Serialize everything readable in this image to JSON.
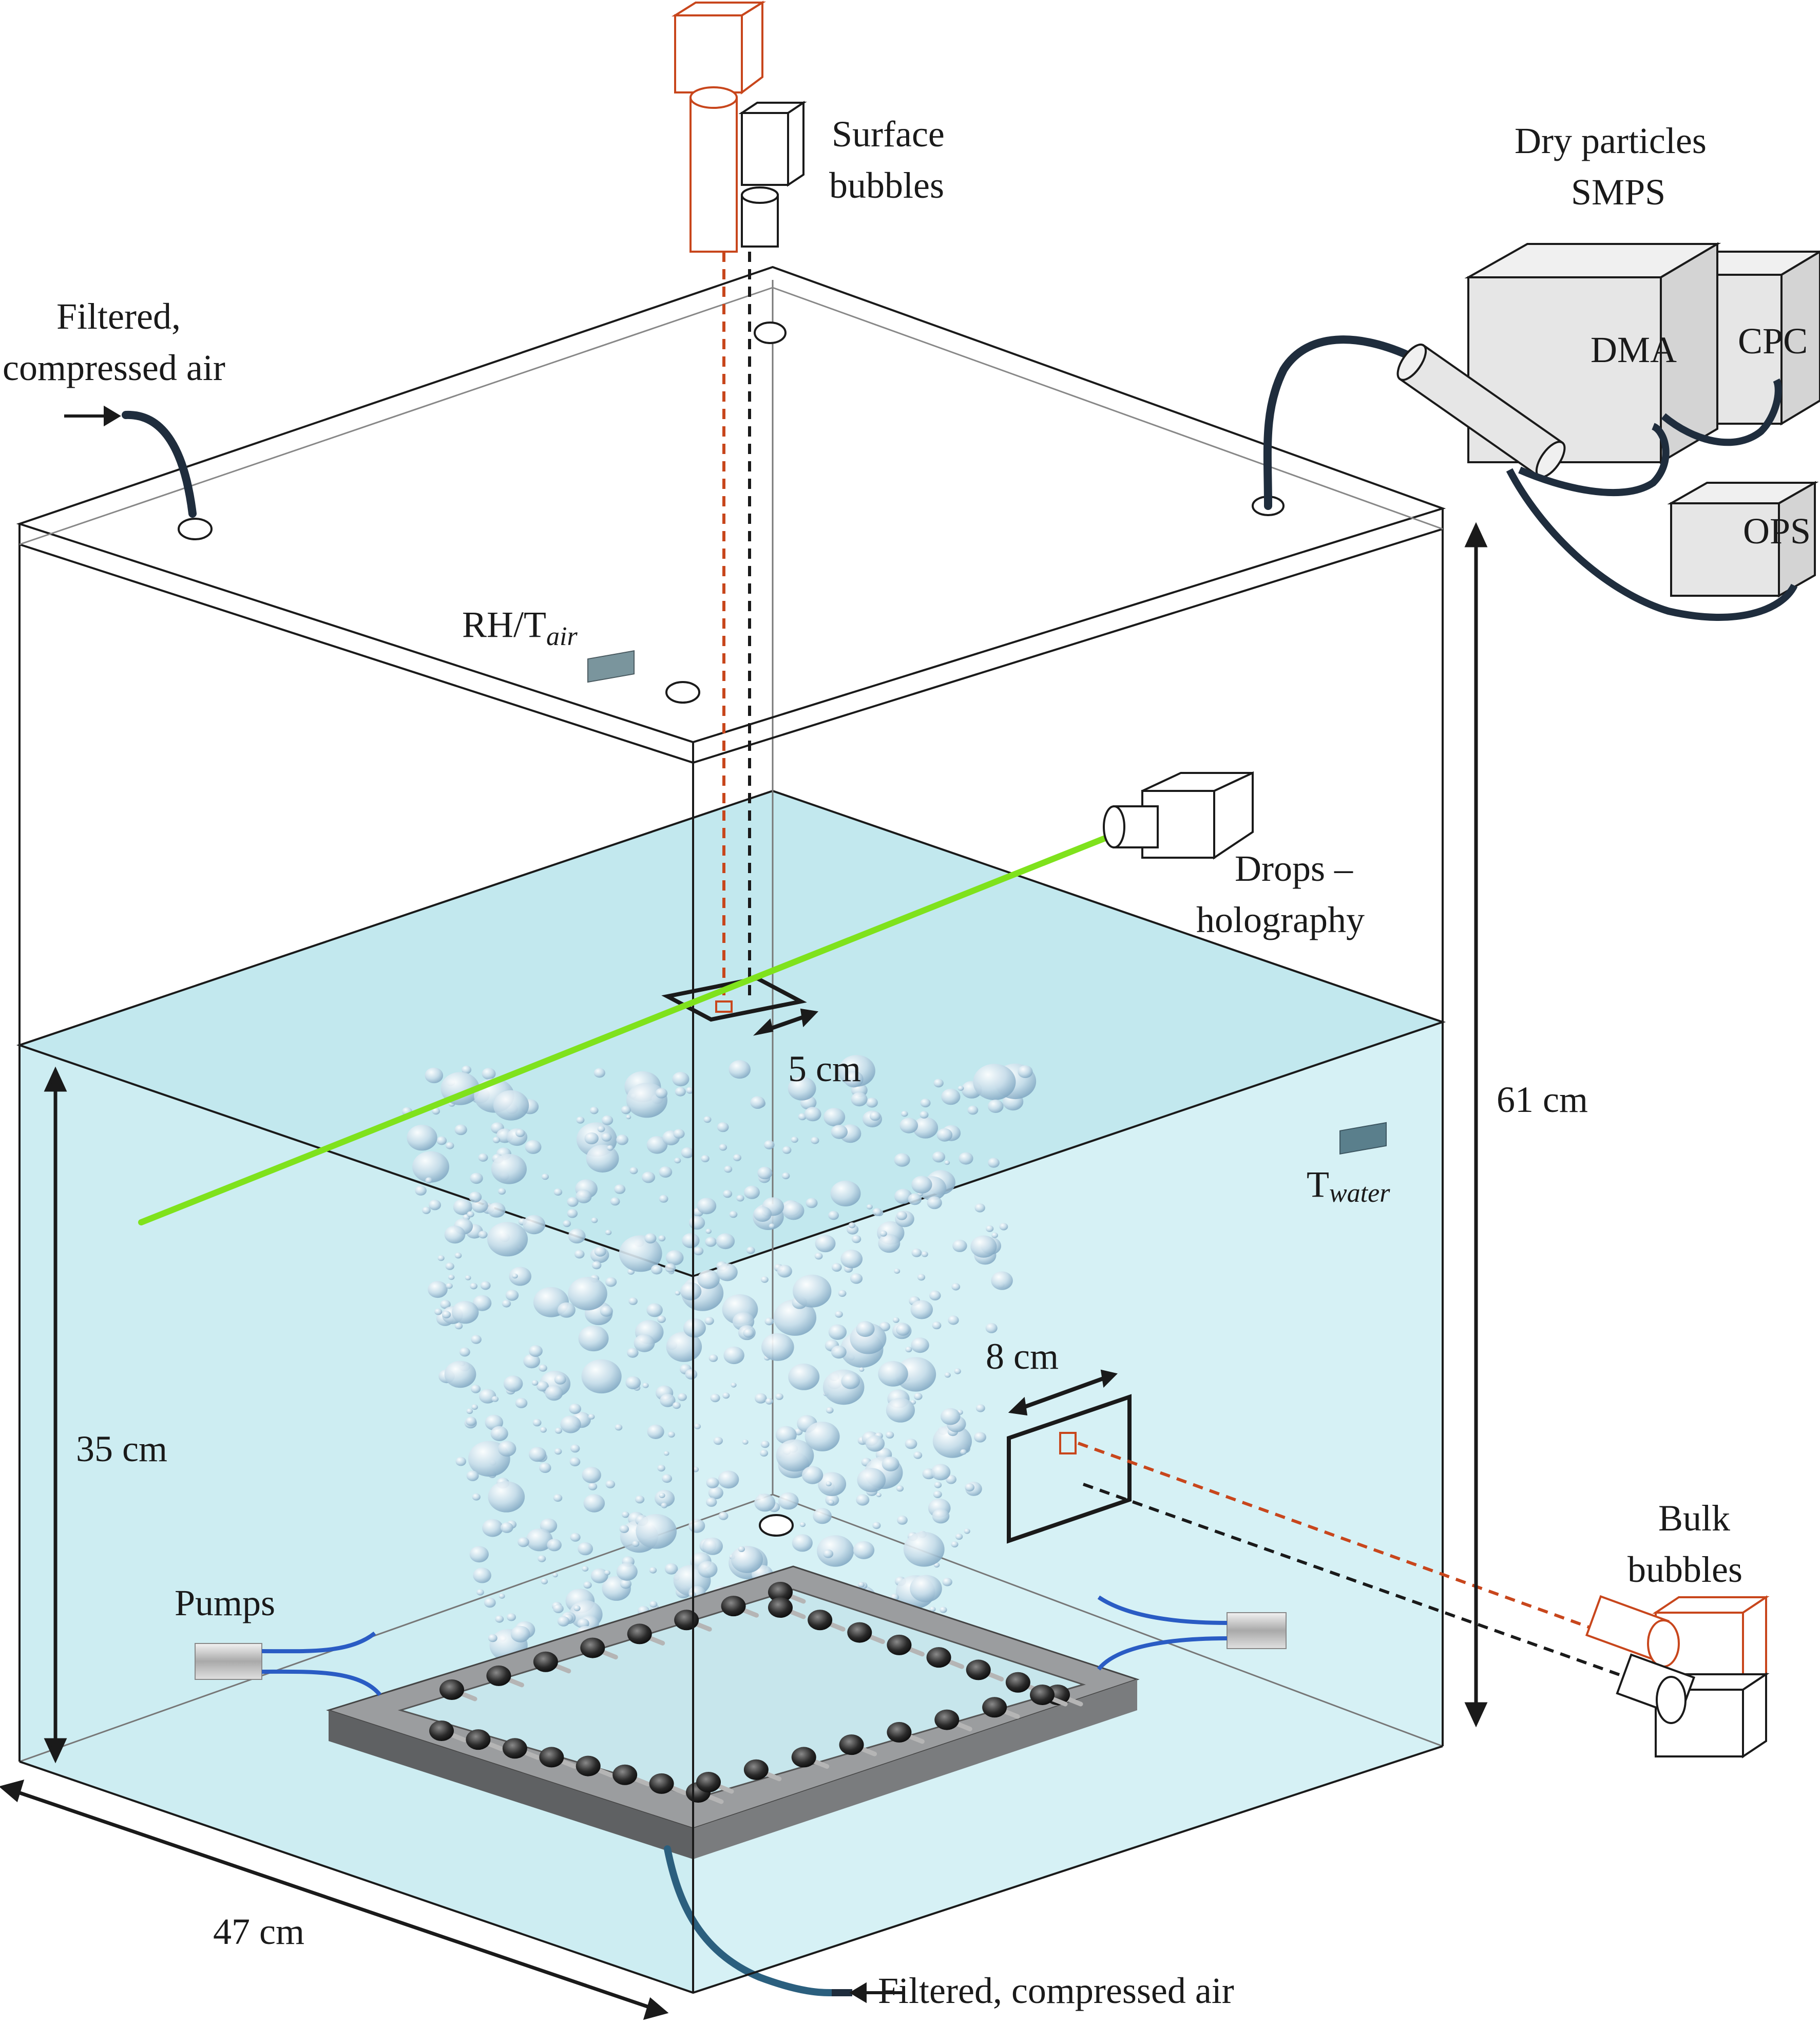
{
  "labels": {
    "surface_bubbles_1": "Surface",
    "surface_bubbles_2": "bubbles",
    "dry_particles": "Dry particles",
    "smps": "SMPS",
    "dma": "DMA",
    "cpc": "CPC",
    "ops": "OPS",
    "filtered_air_top_1": "Filtered,",
    "filtered_air_top_2": "compressed air",
    "rh_t": "RH/T",
    "rh_t_sub": "air",
    "drops_1": "Drops –",
    "drops_2": "holography",
    "five_cm": "5 cm",
    "sixty_one_cm": "61 cm",
    "t_water": "T",
    "t_water_sub": "water",
    "thirty_five_cm": "35 cm",
    "eight_cm": "8 cm",
    "bulk_bubbles_1": "Bulk",
    "bulk_bubbles_2": "bubbles",
    "pumps": "Pumps",
    "forty_seven_cm": "47 cm",
    "filtered_air_bottom": "Filtered, compressed air"
  },
  "colors": {
    "water": "#cfeef3",
    "water_surface": "#bfe6ec",
    "outline": "#1a1a1a",
    "orange": "#c8461c",
    "laser": "#7fe21c",
    "tube": "#1f2d3d",
    "bubble": "#a8c8dc",
    "frame_dark": "#5c5e60",
    "frame_light": "#9a9c9e",
    "instrument": "#e4e4e4",
    "sensor": "#6f8c96",
    "pump": "#b8b8b8",
    "pump_hose": "#2a5cc4"
  }
}
